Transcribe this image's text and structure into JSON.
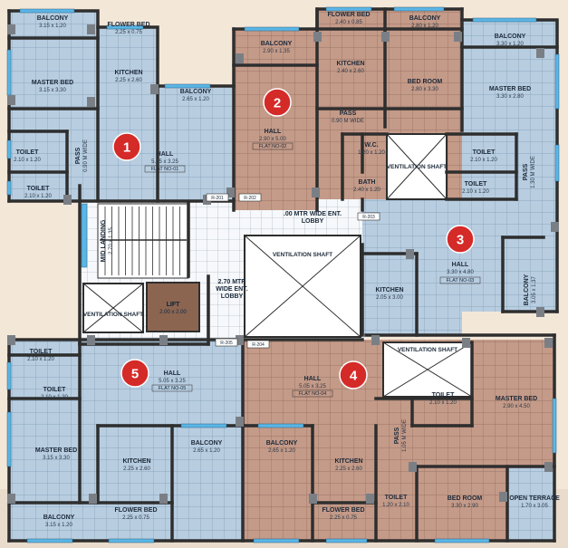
{
  "colors": {
    "blue_floor": "#b8cde0",
    "brown_floor": "#c49a88",
    "grid_blue": "#7f9bb3",
    "grid_brown": "#8f6b5c",
    "lobby": "#f6f8fb",
    "wall": "#2e2e2e",
    "marker": "#d42a28",
    "lift": "#8c6550",
    "window": "#5ab6e6",
    "background": "#f3e7d8"
  },
  "flat_markers": [
    "1",
    "2",
    "3",
    "4",
    "5"
  ],
  "flat_labels": [
    "FLAT NO-01",
    "FLAT NO-02",
    "FLAT NO-03",
    "FLAT NO-04",
    "FLAT NO-05"
  ],
  "tags": [
    "R-201",
    "R-202",
    "R-203",
    "R-204",
    "R-205"
  ],
  "rooms": [
    {
      "name": "BALCONY",
      "dim": "3.15 x 1.20"
    },
    {
      "name": "FLOWER BED",
      "dim": "2.25 x 0.75"
    },
    {
      "name": "MASTER BED",
      "dim": "3.15 x 3.30"
    },
    {
      "name": "KITCHEN",
      "dim": "2.25 x 2.60"
    },
    {
      "name": "BALCONY",
      "dim": "2.65 x 1.20"
    },
    {
      "name": "HALL",
      "dim": "5.05 x 3.25"
    },
    {
      "name": "TOILET",
      "dim": "2.10 x 1.20"
    },
    {
      "name": "TOILET",
      "dim": "2.10 x 1.20"
    },
    {
      "name": "FLOWER BED",
      "dim": "2.40 x 0.85"
    },
    {
      "name": "BALCONY",
      "dim": "2.80 x 1.20"
    },
    {
      "name": "BALCONY",
      "dim": "2.90 x 1.35"
    },
    {
      "name": "KITCHEN",
      "dim": "2.40 x 2.60"
    },
    {
      "name": "BED ROOM",
      "dim": "2.80 x 3.30"
    },
    {
      "name": "HALL",
      "dim": "2.90 x 5.00"
    },
    {
      "name": "W.C.",
      "dim": "1.20 x 1.20"
    },
    {
      "name": "BATH",
      "dim": "2.40 x 1.20"
    },
    {
      "name": "BALCONY",
      "dim": "3.30 x 1.20"
    },
    {
      "name": "MASTER BED",
      "dim": "3.30 x 2.80"
    },
    {
      "name": "TOILET",
      "dim": "2.10 x 1.20"
    },
    {
      "name": "TOILET",
      "dim": "2.10 x 1.20"
    },
    {
      "name": "HALL",
      "dim": "3.30 x 4.80"
    },
    {
      "name": "KITCHEN",
      "dim": "2.05 x 3.00"
    },
    {
      "name": "LIFT",
      "dim": "2.00 x 2.00"
    },
    {
      "name": "TOILET",
      "dim": "2.10 x 1.20"
    },
    {
      "name": "TOILET",
      "dim": "2.10 x 1.20"
    },
    {
      "name": "HALL",
      "dim": "5.05 x 3.25"
    },
    {
      "name": "MASTER BED",
      "dim": "3.15 x 3.30"
    },
    {
      "name": "KITCHEN",
      "dim": "2.25 x 2.60"
    },
    {
      "name": "BALCONY",
      "dim": "2.65 x 1.20"
    },
    {
      "name": "BALCONY",
      "dim": "3.15 x 1.20"
    },
    {
      "name": "FLOWER BED",
      "dim": "2.25 x 0.75"
    },
    {
      "name": "HALL",
      "dim": "5.05 x 3.25"
    },
    {
      "name": "BALCONY",
      "dim": "2.65 x 1.20"
    },
    {
      "name": "KITCHEN",
      "dim": "2.25 x 2.60"
    },
    {
      "name": "FLOWER BED",
      "dim": "2.25 x 0.75"
    },
    {
      "name": "TOILET",
      "dim": "1.20 x 2.10"
    },
    {
      "name": "BED ROOM",
      "dim": "3.30 x 2.90"
    },
    {
      "name": "OPEN TERRACE",
      "dim": "1.70 x 3.05"
    },
    {
      "name": "TOILET",
      "dim": "2.10 x 1.20"
    },
    {
      "name": "MASTER BED",
      "dim": "2.90 x 4.50"
    }
  ],
  "vertical_labels": [
    {
      "name": "PASS",
      "dim": "0.90 M WIDE"
    },
    {
      "name": "MID LANDING",
      "dim": "2.70 x 1.35"
    },
    {
      "name": "PASS",
      "dim": "1.30 M WIDE"
    },
    {
      "name": "BALCONY",
      "dim": "3.05 x 1.37"
    },
    {
      "name": "PASS",
      "dim": "1.05 M WIDE"
    }
  ],
  "pass_label": {
    "name": "PASS",
    "dim": "0.90 M WIDE"
  },
  "shafts": [
    "VENTILATION SHAFT",
    "VENTILATION SHAFT",
    "VENTILATION SHAFT",
    "VENTILATION SHAFT"
  ],
  "lobbies": [
    {
      "line1": ".00 MTR WIDE ENT.",
      "line2": "LOBBY"
    },
    {
      "line1": "2.70 MTR",
      "line2": "WIDE ENT.",
      "line3": "LOBBY"
    }
  ]
}
